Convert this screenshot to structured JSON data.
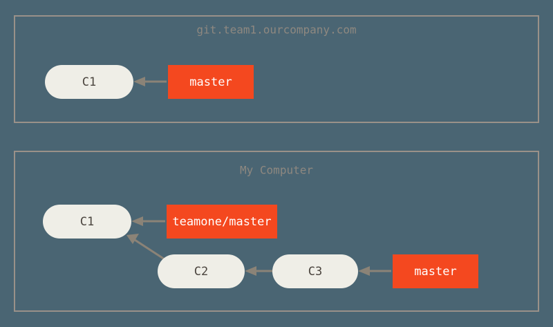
{
  "figure": {
    "background_color": "#4a6573",
    "border_color": "#9a9189",
    "commit_fill": "#efeee7",
    "commit_text_color": "#4a443e",
    "branch_fill": "#f4481f",
    "branch_text_color": "#ffffff",
    "arrow_color": "#8b8377",
    "title_color": "#8e8880"
  },
  "panels": [
    {
      "id": "remote-server-panel",
      "title": "git.team1.ourcompany.com",
      "commits": [
        {
          "id": "top-c1",
          "label": "C1"
        }
      ],
      "branches": [
        {
          "id": "top-master",
          "label": "master"
        }
      ]
    },
    {
      "id": "local-computer-panel",
      "title": "My Computer",
      "commits": [
        {
          "id": "bottom-c1",
          "label": "C1"
        },
        {
          "id": "bottom-c2",
          "label": "C2"
        },
        {
          "id": "bottom-c3",
          "label": "C3"
        }
      ],
      "branches": [
        {
          "id": "bottom-teamone-master",
          "label": "teamone/master"
        },
        {
          "id": "bottom-master",
          "label": "master"
        }
      ]
    }
  ]
}
